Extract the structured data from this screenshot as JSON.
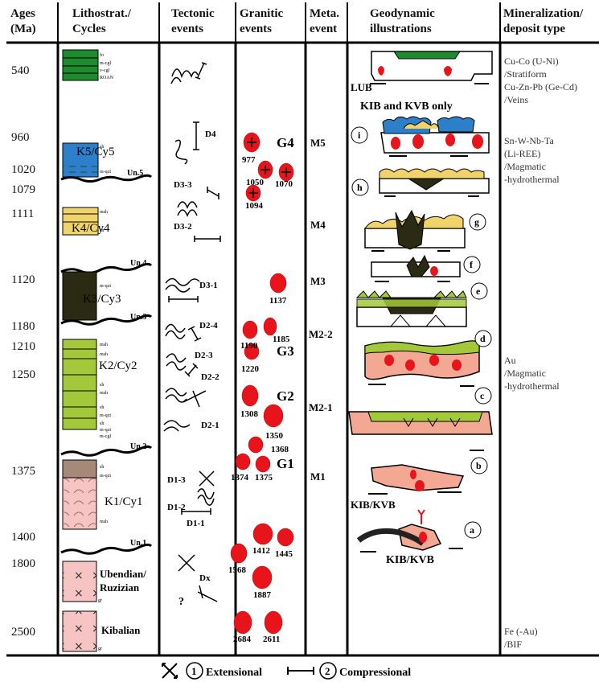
{
  "headers": {
    "ages": [
      "Ages",
      "(Ma)"
    ],
    "litho": [
      "Lithostrat./",
      "Cycles"
    ],
    "tectonic": [
      "Tectonic",
      "events"
    ],
    "granitic": [
      "Granitic",
      "events"
    ],
    "meta": [
      "Meta.",
      "event"
    ],
    "geodynamic": [
      "Geodynamic",
      "illustrations"
    ],
    "mineral": [
      "Mineralization/",
      "deposit type"
    ]
  },
  "ages": [
    "540",
    "960",
    "1020",
    "1079",
    "1111",
    "1120",
    "1180",
    "1210",
    "1250",
    "1375",
    "1400",
    "1800",
    "2500"
  ],
  "litho": {
    "units": [
      "K5/Cy5",
      "K4/Cy4",
      "K3/Cy3",
      "K2/Cy2",
      "K1/Cy1",
      "Ubendian/",
      "Ruzizian",
      "Kibalian"
    ],
    "unconformities": [
      "Un.5",
      "Un.4",
      "Un.3",
      "Un.2",
      "Un.1"
    ],
    "small": [
      "fo",
      "m-cgl",
      "v-cgl",
      "ROAN",
      "sh",
      "m-qzt",
      "msh",
      "sh",
      "m-qzt",
      "msh",
      "msh",
      "sh",
      "msh",
      "sh",
      "m-qzt",
      "sh",
      "m-qzt",
      "m-cgl",
      "sh",
      "m-qzt",
      "msh",
      "gr",
      "gr"
    ]
  },
  "tectonic": [
    "D4",
    "D3-3",
    "D3-2",
    "D3-1",
    "D2-4",
    "D2-3",
    "D2-2",
    "D2-1",
    "D1-3",
    "D1-2",
    "D1-1",
    "Dx",
    "?"
  ],
  "granitic": {
    "groups": [
      "G4",
      "G3",
      "G2",
      "G1"
    ],
    "ages": [
      "977",
      "1050",
      "1070",
      "1094",
      "1137",
      "1190",
      "1185",
      "1220",
      "1308",
      "1350",
      "1368",
      "1374",
      "1375",
      "1412",
      "1445",
      "1568",
      "1887",
      "2684",
      "2611"
    ]
  },
  "meta": [
    "M5",
    "M4",
    "M3",
    "M2-2",
    "M2-1",
    "M1"
  ],
  "geodynamic": {
    "labels": [
      "LUB",
      "KIB and KVB only",
      "KIB/KVB",
      "KIB/KVB"
    ],
    "steps": [
      "i",
      "h",
      "g",
      "f",
      "e",
      "d",
      "c",
      "b",
      "a"
    ]
  },
  "mineralization": {
    "m1": [
      "Cu-Co (U-Ni)",
      "/Stratiform",
      "Cu-Zn-Pb (Ge-Cd)",
      "/Veins"
    ],
    "m2": [
      "Sn-W-Nb-Ta",
      "(Li-REE)",
      "/Magmatic",
      "-hydrothermal"
    ],
    "m3": [
      "Au",
      "/Magmatic",
      "-hydrothermal"
    ],
    "m4": [
      "Fe (-Au)",
      "/BIF"
    ]
  },
  "legend": {
    "n1": "1",
    "ext": "Extensional",
    "n2": "2",
    "comp": "Compressional"
  },
  "colors": {
    "green_dark": "#1f8a2e",
    "blue": "#2d7fc9",
    "yellow": "#f1d36b",
    "olive": "#2b2a12",
    "lime": "#a3c83a",
    "pink": "#f7c4c4",
    "salmon": "#f3a894",
    "red": "#e8141b"
  }
}
